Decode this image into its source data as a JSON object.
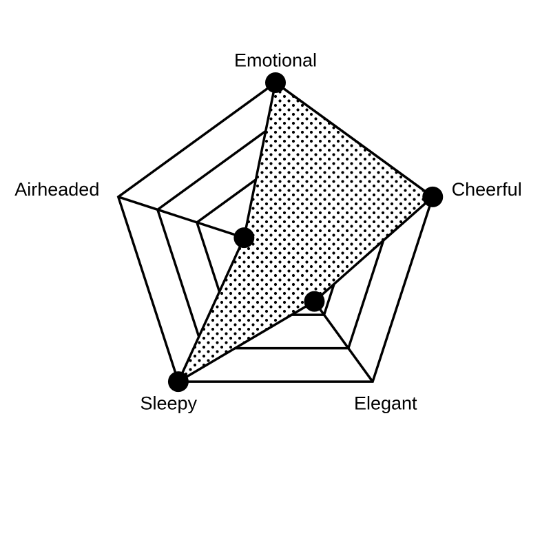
{
  "chart_data": {
    "type": "radar",
    "categories": [
      "Emotional",
      "Cheerful",
      "Elegant",
      "Sleepy",
      "Airheaded"
    ],
    "values": [
      1.0,
      1.0,
      0.4,
      1.0,
      0.2
    ],
    "ylim": [
      0,
      1
    ],
    "rings": [
      0.25,
      0.5,
      0.75,
      1.0
    ],
    "grid": true,
    "fill_pattern": "dots",
    "colors": {
      "line": "#000000",
      "background": "#ffffff"
    }
  }
}
